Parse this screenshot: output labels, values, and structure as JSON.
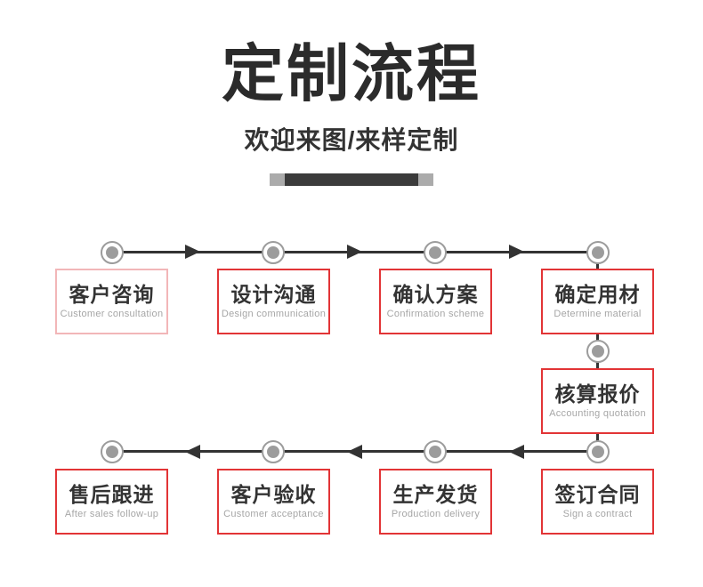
{
  "header": {
    "title": "定制流程",
    "subtitle": "欢迎来图/来样定制"
  },
  "flow": {
    "steps": [
      {
        "title": "客户咨询",
        "subtitle": "Customer consultation"
      },
      {
        "title": "设计沟通",
        "subtitle": "Design communication"
      },
      {
        "title": "确认方案",
        "subtitle": "Confirmation scheme"
      },
      {
        "title": "确定用材",
        "subtitle": "Determine material"
      },
      {
        "title": "核算报价",
        "subtitle": "Accounting quotation"
      },
      {
        "title": "签订合同",
        "subtitle": "Sign a contract"
      },
      {
        "title": "生产发货",
        "subtitle": "Production delivery"
      },
      {
        "title": "客户验收",
        "subtitle": "Customer acceptance"
      },
      {
        "title": "售后跟进",
        "subtitle": "After sales follow-up"
      }
    ],
    "direction_top_row": "left-to-right",
    "direction_bottom_row": "right-to-left"
  },
  "colors": {
    "accent_red": "#e23436",
    "light_red_border": "#f2b6b8",
    "connector_line": "#333333",
    "node_gray": "#9c9c9c",
    "divider_dark": "#3b3b3b",
    "divider_light": "#ababab",
    "title_text": "#2b2b2b",
    "english_text": "#a6a6a6"
  }
}
